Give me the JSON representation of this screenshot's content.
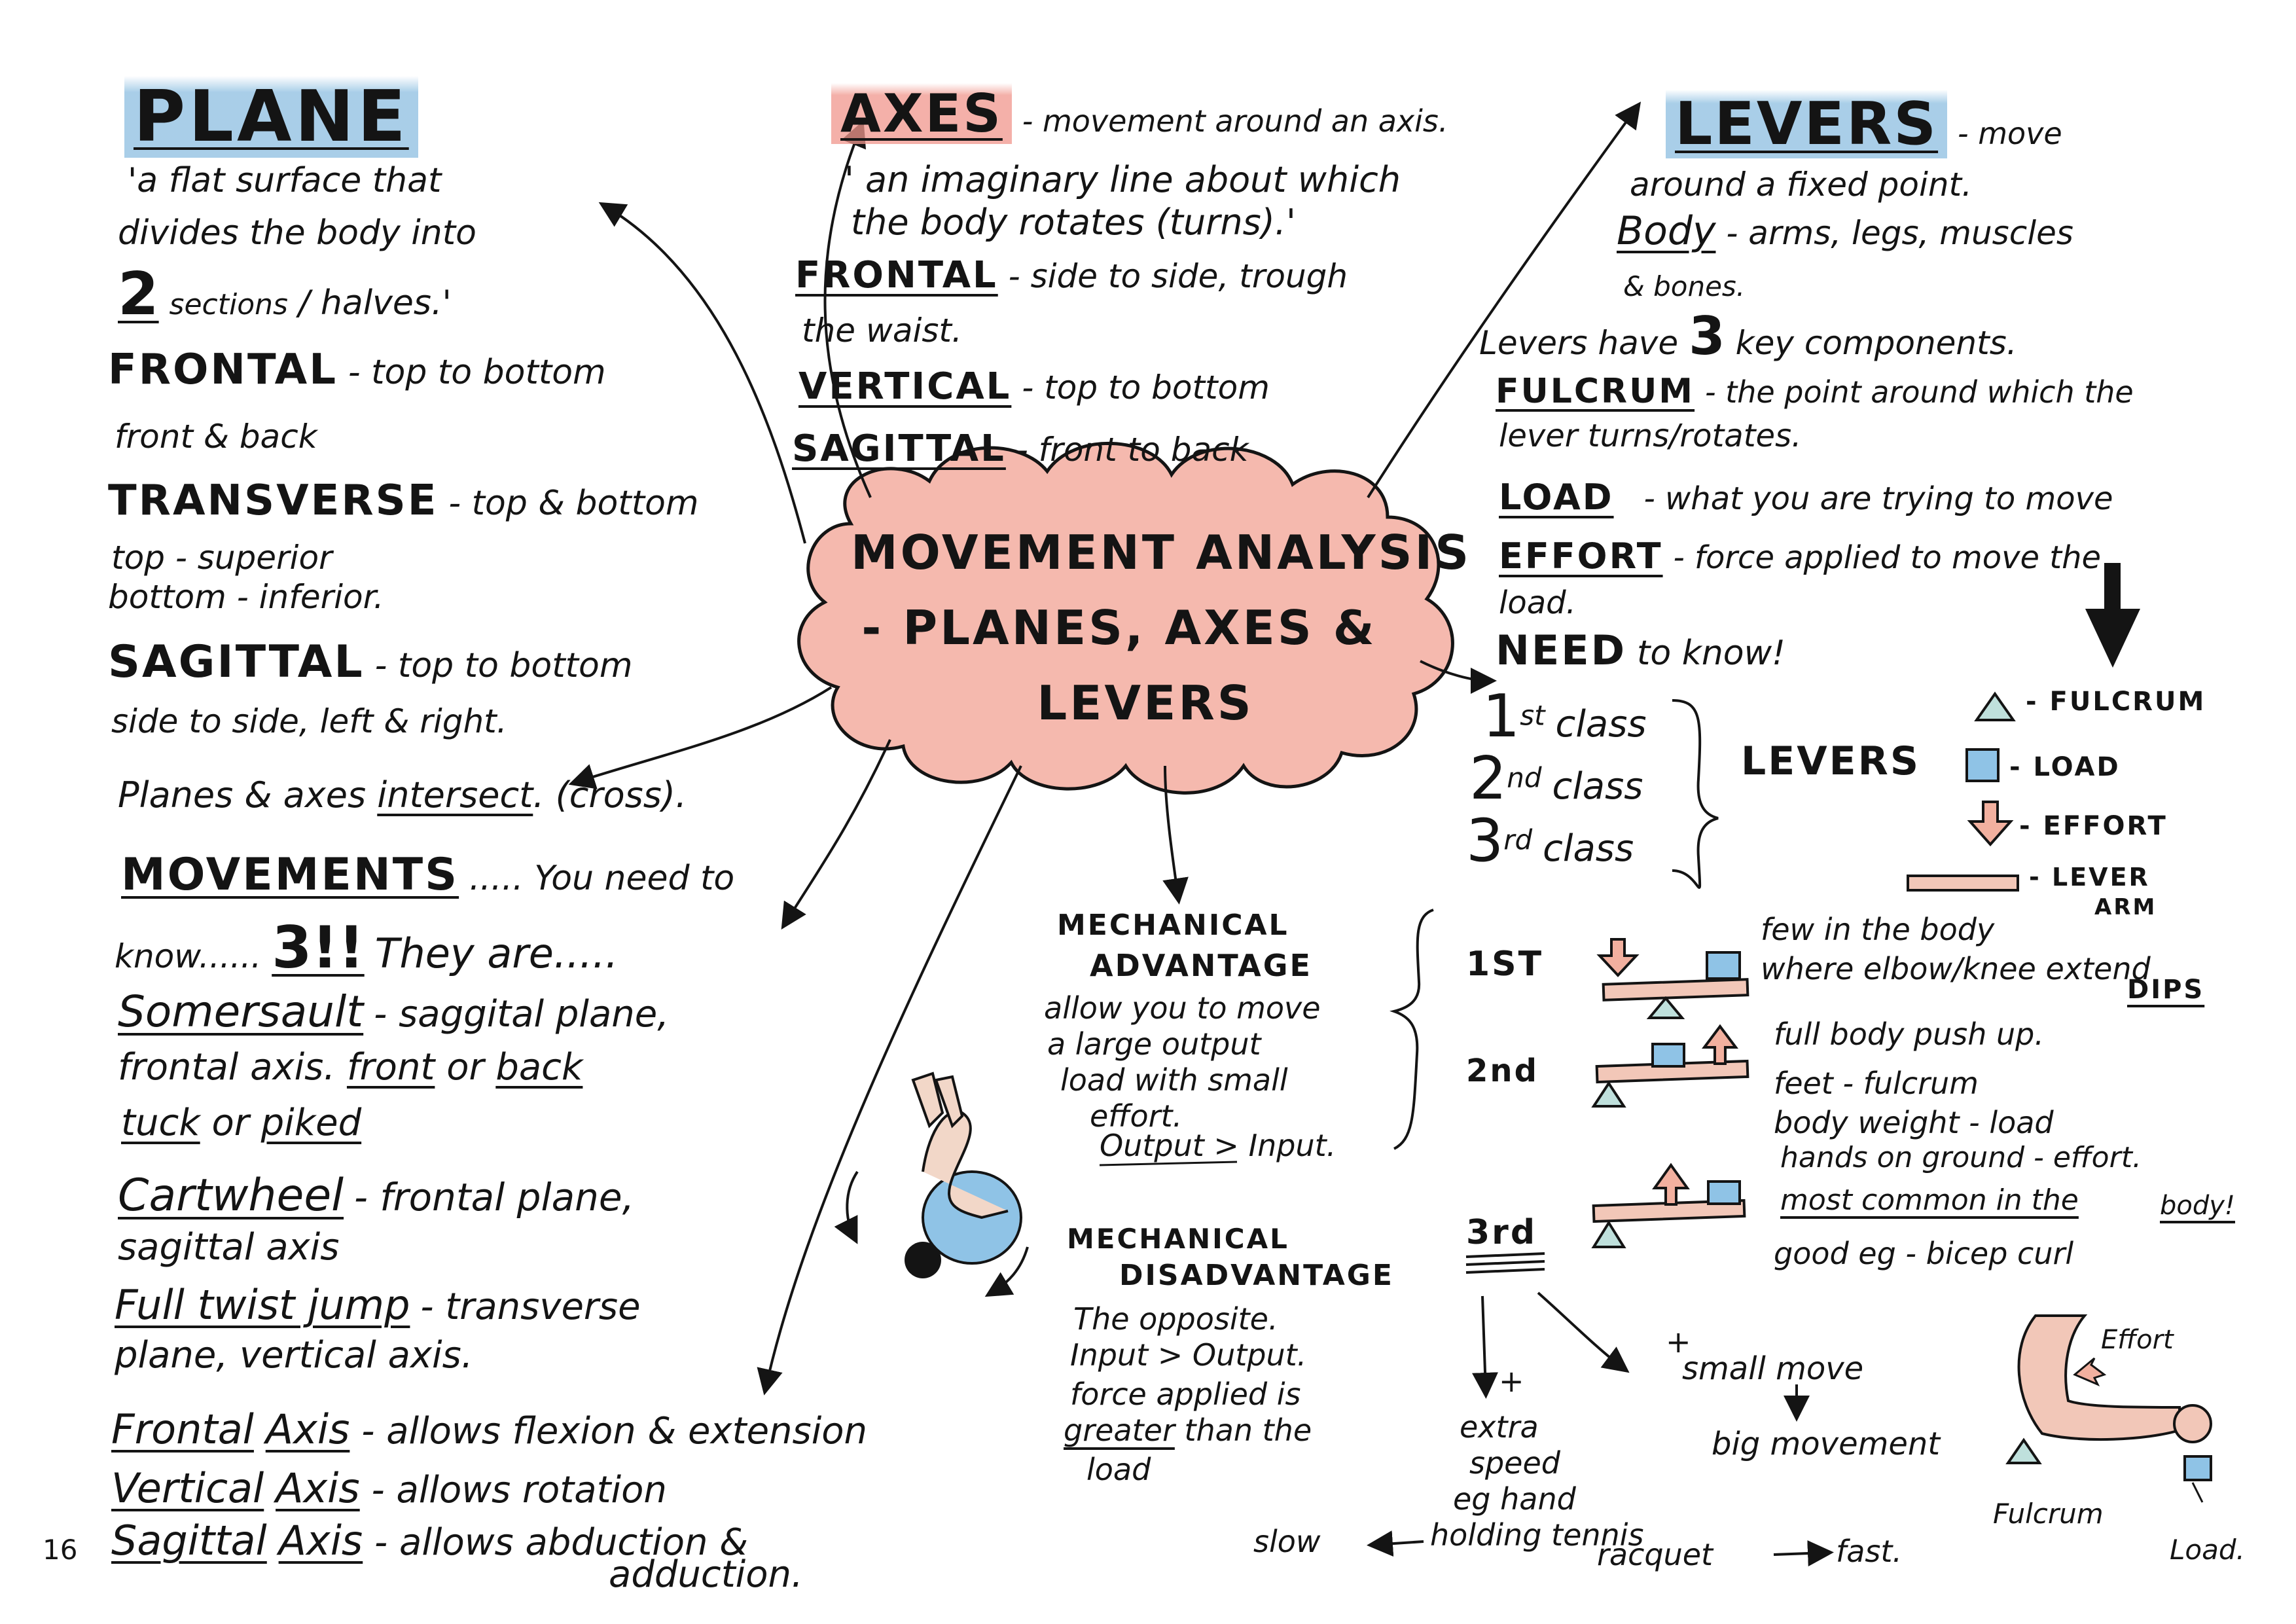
{
  "page_number": "16",
  "center": {
    "line1": "MOVEMENT ANALYSIS",
    "line2": "- PLANES, AXES &",
    "line3": "LEVERS"
  },
  "plane": {
    "title": "PLANE",
    "def1": "'a flat surface that",
    "def2": "divides the body into",
    "def3_num": "2",
    "def3_a": "sections",
    "def3_b": "/ halves.'",
    "frontal_h": "FRONTAL",
    "frontal_d": "- top to bottom",
    "frontal_d2": "front & back",
    "transverse_h": "TRANSVERSE",
    "transverse_d": "- top & bottom",
    "transverse_d2": "top - superior",
    "transverse_d3": "bottom - inferior.",
    "sagittal_h": "SAGITTAL",
    "sagittal_d": "- top to bottom",
    "sagittal_d2": "side to side, left & right.",
    "intersect_a": "Planes & axes",
    "intersect_b": "intersect",
    "intersect_c": ". (cross)."
  },
  "axes": {
    "title": "AXES",
    "title_d": "- movement around an axis.",
    "def1": "' an imaginary line about which",
    "def2": "the body rotates (turns).'",
    "frontal_h": "FRONTAL",
    "frontal_d": "- side to side, trough",
    "frontal_d2": "the waist.",
    "vertical_h": "VERTICAL",
    "vertical_d": "- top to bottom",
    "sagittal_h": "SAGITTAL",
    "sagittal_d": "- front to back"
  },
  "levers": {
    "title": "LEVERS",
    "title_d": "- move",
    "def1": "around a fixed point.",
    "body_h": "Body",
    "body_d": "- arms, legs, muscles",
    "body_d2": "& bones.",
    "components_a": "Levers have",
    "components_n": "3",
    "components_b": "key components.",
    "fulcrum_h": "FULCRUM",
    "fulcrum_d": "- the point around which the",
    "fulcrum_d2": "lever turns/rotates.",
    "load_h": "LOAD",
    "load_d": "- what you are trying to move",
    "effort_h": "EFFORT",
    "effort_d": "- force applied to move the",
    "effort_d2": "load.",
    "need_a": "NEED",
    "need_b": "to know!",
    "class1_n": "1",
    "class1_s": "st",
    "class2_n": "2",
    "class2_s": "nd",
    "class3_n": "3",
    "class3_s": "rd",
    "class_word": "class",
    "levers_word": "LEVERS",
    "key_fulcrum": "- FULCRUM",
    "key_load": "- LOAD",
    "key_effort": "- EFFORT",
    "key_lever_a": "- LEVER",
    "key_lever_b": "ARM",
    "first_label": "1ST",
    "first_d1": "few in the body",
    "first_d2": "where elbow/knee extend",
    "first_d3": "DIPS",
    "second_label": "2nd",
    "second_d1": "full body push up.",
    "second_d2": "feet - fulcrum",
    "second_d3": "body weight - load",
    "second_d4": "hands on ground - effort.",
    "second_d5": "most common in the",
    "second_d6": "body!",
    "second_d7": "good eg - bicep curl",
    "third_label": "3rd",
    "plus1": "+",
    "extra1": "extra",
    "extra2": "speed",
    "extra3": "eg hand",
    "extra4": "holding tennis",
    "extra5": "racquet",
    "slow": "slow",
    "fast": "fast.",
    "plus2": "+",
    "small_move": "small move",
    "big_move": "big movement",
    "arm_effort": "Effort",
    "arm_fulcrum": "Fulcrum",
    "arm_load": "Load."
  },
  "mechanical": {
    "adv_h1": "MECHANICAL",
    "adv_h2": "ADVANTAGE",
    "adv_d1": "allow you to move",
    "adv_d2": "a large output",
    "adv_d3": "load with small",
    "adv_d4": "effort.",
    "adv_d5": "Output > Input.",
    "dis_h1": "MECHANICAL",
    "dis_h2": "DISADVANTAGE",
    "dis_d1": "The opposite.",
    "dis_d2": "Input > Output.",
    "dis_d3": "force applied is",
    "dis_d4a": "greater",
    "dis_d4b": "than the",
    "dis_d5": "load"
  },
  "movements": {
    "title": "MOVEMENTS",
    "title_d": "..... You need to",
    "know_a": "know......",
    "know_n": "3!!",
    "know_b": "They are.....",
    "somersault_h": "Somersault",
    "somersault_d": "- saggital plane,",
    "somersault_d2a": "frontal axis.",
    "somersault_d2b": "front",
    "somersault_d2c": "or",
    "somersault_d2d": "back",
    "somersault_d3a": "tuck",
    "somersault_d3b": "or",
    "somersault_d3c": "piked",
    "cartwheel_h": "Cartwheel",
    "cartwheel_d": "- frontal plane,",
    "cartwheel_d2": "sagittal axis",
    "twist_h": "Full twist jump",
    "twist_d": "- transverse",
    "twist_d2": "plane, vertical axis.",
    "frontal_axis_a": "Frontal",
    "frontal_axis_b": "Axis",
    "frontal_axis_c": "- allows flexion & extension",
    "vertical_axis_a": "Vertical",
    "vertical_axis_b": "Axis",
    "vertical_axis_c": "- allows rotation",
    "sagittal_axis_a": "Sagittal",
    "sagittal_axis_b": "Axis",
    "sagittal_axis_c": "- allows abduction &",
    "sagittal_axis_d": "adduction."
  },
  "colors": {
    "ink": "#141414",
    "blue_highlight": "#8cbee1",
    "red_highlight": "#f0968c",
    "cloud_fill": "#f3a79a",
    "lever_fill": "#f2c7b8",
    "load_fill": "#8fc3e6",
    "fulcrum_fill": "#bfe0dc"
  }
}
